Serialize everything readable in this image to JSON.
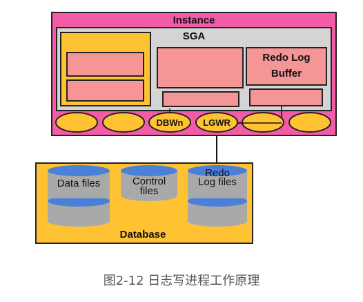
{
  "diagram": {
    "instance_label": "Instance",
    "sga_label": "SGA",
    "redo_buffer_label_line1": "Redo Log",
    "redo_buffer_label_line2": "Buffer",
    "process_dbwn": "DBWn",
    "process_lgwr": "LGWR",
    "database_label": "Database",
    "file_data_line1": "Data files",
    "file_control_line1": "Control",
    "file_control_line2": "files",
    "file_redo_line1": "Redo",
    "file_redo_line2": "Log files"
  },
  "caption": "图2-12 日志写进程工作原理",
  "colors": {
    "instance_fill": "#f25ca6",
    "sga_fill": "#d4d4d4",
    "shared_pool_fill": "#ffc233",
    "memory_block_fill": "#f59595",
    "process_fill": "#ffc233",
    "database_fill": "#ffc233",
    "cylinder_top": "#4c7fd8",
    "cylinder_body": "#a9a9a9"
  }
}
